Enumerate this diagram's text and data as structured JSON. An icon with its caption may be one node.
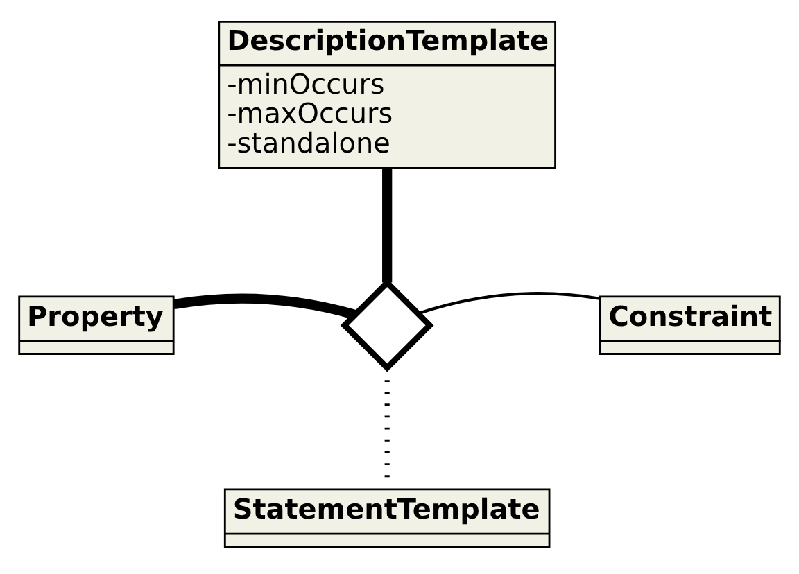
{
  "diagram": {
    "nodes": [
      {
        "text": [
          "DescriptionTemplate",
          "-minOccurs",
          "-maxOccurs",
          "-standalone"
        ]
      },
      {
        "text": [
          "Property"
        ]
      },
      {
        "text": [],
        "shape": "diamond"
      },
      {
        "text": [
          "Constraint"
        ]
      },
      {
        "text": [
          "StatementTemplate"
        ]
      }
    ],
    "edges": [
      {
        "from": 0,
        "to": 2,
        "arrow": "none",
        "style": "thick"
      },
      {
        "from": 1,
        "to": 2,
        "arrow": "none",
        "style": "thick"
      },
      {
        "from": 2,
        "to": 3,
        "arrow": "none"
      },
      {
        "from": 2,
        "to": 4,
        "arrow": "none",
        "style": "dashed"
      }
    ]
  }
}
